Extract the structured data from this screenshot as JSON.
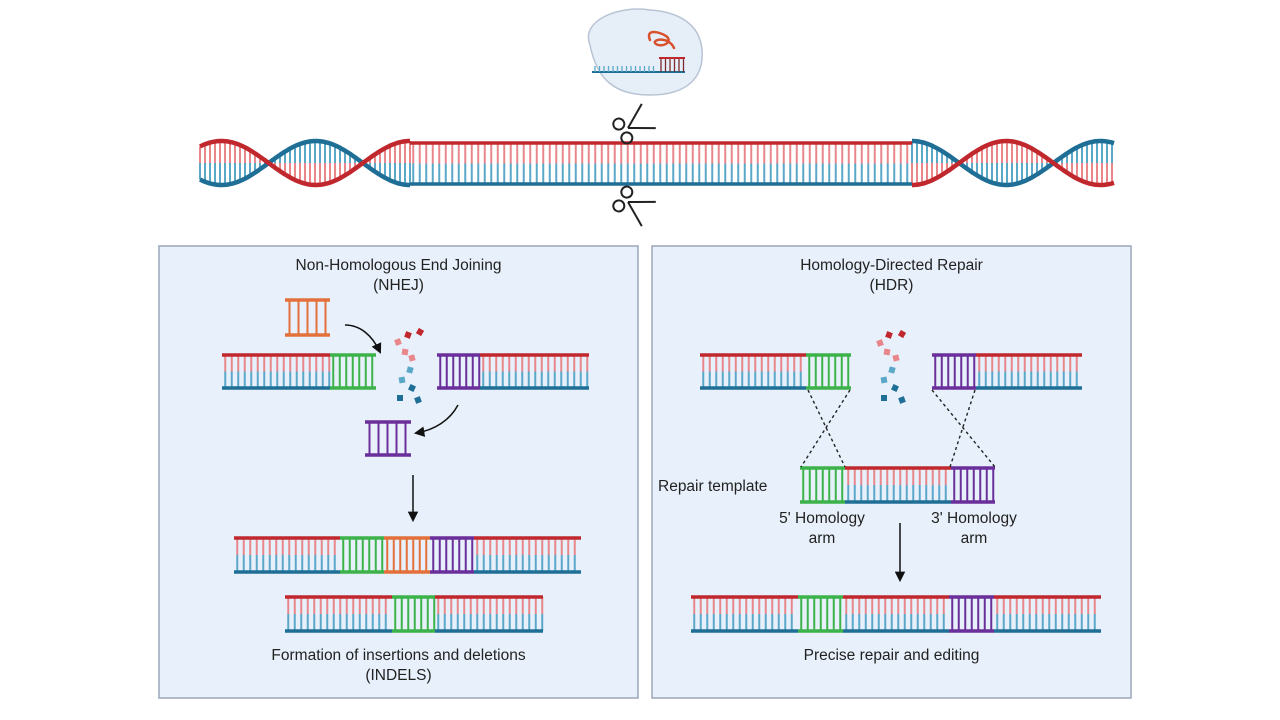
{
  "nhej": {
    "title": "Non-Homologous End Joining",
    "abbr": "(NHEJ)",
    "caption": "Formation of insertions and deletions",
    "caption_abbr": "(INDELS)"
  },
  "hdr": {
    "title": "Homology-Directed Repair",
    "abbr": "(HDR)",
    "repair_template_label": "Repair template",
    "arm5_label_line1": "5' Homology",
    "arm5_label_line2": "arm",
    "arm3_label_line1": "3' Homology",
    "arm3_label_line2": "arm",
    "caption": "Precise repair and editing"
  },
  "colors": {
    "strand_red": "#c0282e",
    "strand_blue": "#1f6e96",
    "rung_red": "#e8868a",
    "rung_blue": "#5aa7c8",
    "arm_green": "#3cb34a",
    "arm_purple": "#6a2f9a",
    "insert_orange": "#e2703a",
    "panel_bg": "#e8f1fb",
    "panel_border": "#9aa6b8",
    "cas9_bubble": "#e6eef8",
    "guide_rna": "#d9522e"
  },
  "icons": [
    "cas9-complex-icon",
    "scissors-icon",
    "dna-helix-icon"
  ]
}
